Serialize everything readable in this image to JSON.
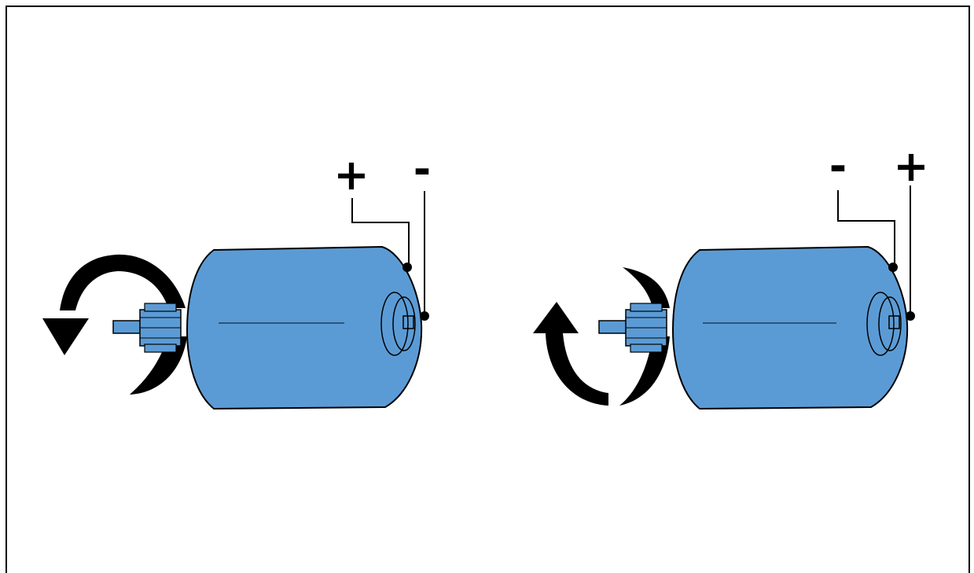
{
  "colors": {
    "motor": "#5b9bd5",
    "stroke": "#000000",
    "background": "#ffffff"
  },
  "motors": [
    {
      "id": "left",
      "terminal_labels": [
        "+",
        "-"
      ],
      "rotation": "counterclockwise",
      "arrow_icon": "rotate-left-arrow-icon"
    },
    {
      "id": "right",
      "terminal_labels": [
        "-",
        "+"
      ],
      "rotation": "clockwise",
      "arrow_icon": "rotate-right-arrow-icon"
    }
  ]
}
